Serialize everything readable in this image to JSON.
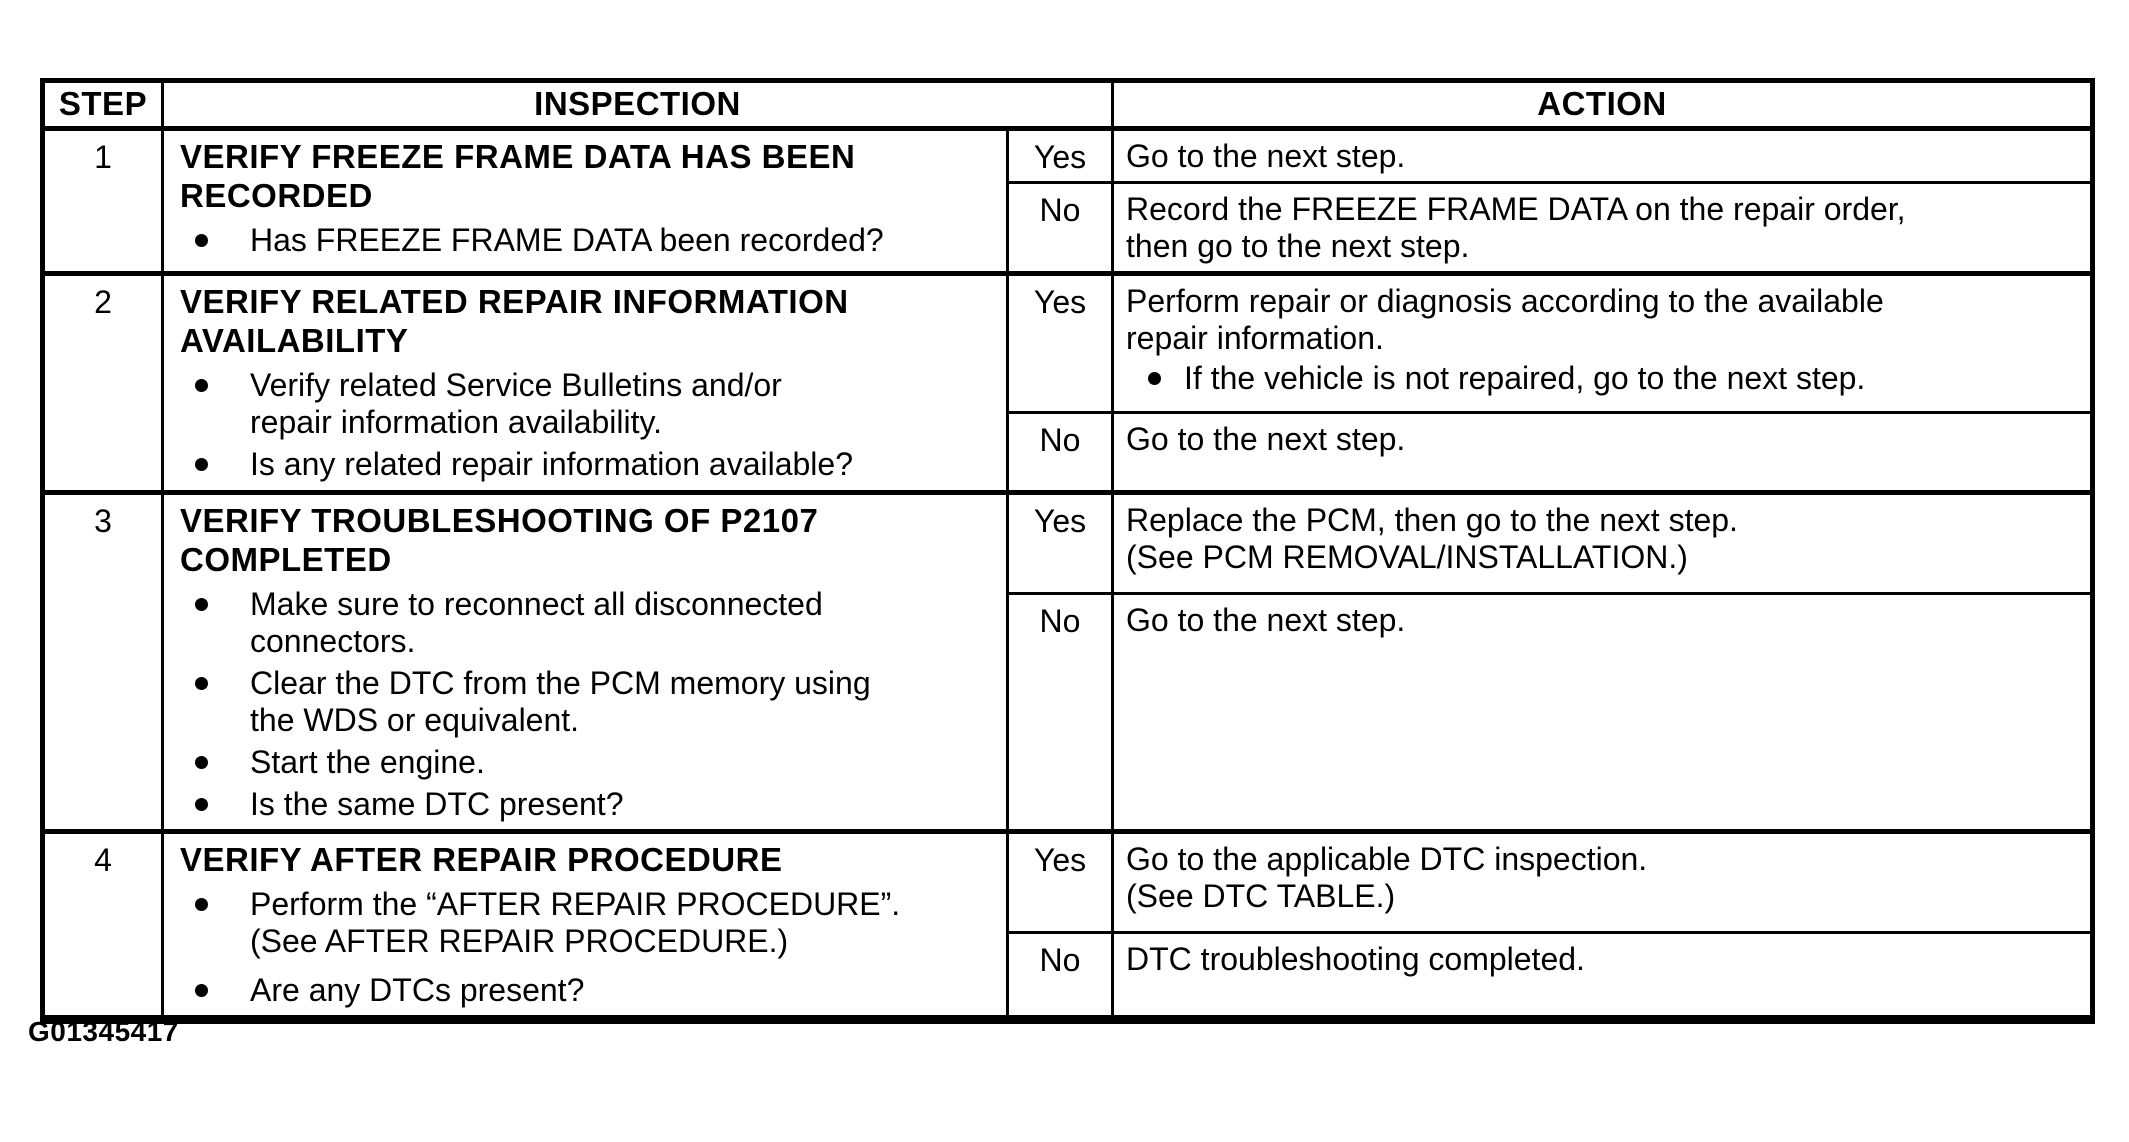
{
  "header": {
    "step": "STEP",
    "inspection": "INSPECTION",
    "action": "ACTION"
  },
  "figure_id": "G01345417",
  "steps": [
    {
      "number": "1",
      "title_lines": [
        "VERIFY FREEZE FRAME DATA HAS BEEN",
        "RECORDED"
      ],
      "bullets": [
        [
          "Has FREEZE FRAME DATA been recorded?"
        ]
      ],
      "yes_label": "Yes",
      "no_label": "No",
      "yes_lines": [
        "Go to the next step."
      ],
      "yes_bullets": [],
      "no_lines": [
        "Record the FREEZE FRAME DATA on the repair order,",
        "then go to the next step."
      ]
    },
    {
      "number": "2",
      "title_lines": [
        "VERIFY RELATED REPAIR INFORMATION",
        "AVAILABILITY"
      ],
      "bullets": [
        [
          "Verify related Service Bulletins and/or",
          "repair information availability."
        ],
        [
          "Is any related repair information available?"
        ]
      ],
      "yes_label": "Yes",
      "no_label": "No",
      "yes_lines": [
        "Perform repair or diagnosis according to the available",
        "repair information."
      ],
      "yes_bullets": [
        [
          "If the vehicle is not repaired, go to the next step."
        ]
      ],
      "no_lines": [
        "Go to the next step."
      ]
    },
    {
      "number": "3",
      "title_lines": [
        "VERIFY TROUBLESHOOTING OF P2107",
        "COMPLETED"
      ],
      "bullets": [
        [
          "Make sure to reconnect all disconnected",
          "connectors."
        ],
        [
          "Clear the DTC from the PCM memory using",
          "the WDS or equivalent."
        ],
        [
          "Start the engine."
        ],
        [
          "Is the same DTC present?"
        ]
      ],
      "yes_label": "Yes",
      "no_label": "No",
      "yes_lines": [
        "Replace the PCM, then go to the next step.",
        "(See PCM REMOVAL/INSTALLATION.)"
      ],
      "yes_bullets": [],
      "no_lines": [
        "Go to the next step."
      ]
    },
    {
      "number": "4",
      "title_lines": [
        "VERIFY AFTER REPAIR PROCEDURE"
      ],
      "bullets": [
        [
          "Perform the “AFTER REPAIR PROCEDURE”.",
          "(See AFTER REPAIR PROCEDURE.)"
        ],
        [
          "Are any DTCs present?"
        ]
      ],
      "yes_label": "Yes",
      "no_label": "No",
      "yes_lines": [
        "Go to the applicable DTC inspection.",
        "(See DTC TABLE.)"
      ],
      "yes_bullets": [],
      "no_lines": [
        "DTC troubleshooting completed."
      ]
    }
  ]
}
